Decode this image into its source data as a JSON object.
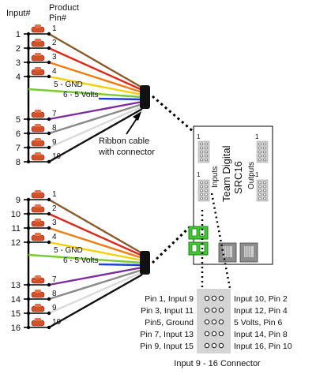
{
  "headers": {
    "input": "Input#",
    "product_line1": "Product",
    "product_line2": "Pin#"
  },
  "top_group": {
    "inputs": [
      "1",
      "2",
      "3",
      "4",
      "5",
      "6",
      "7",
      "8"
    ],
    "pins": [
      "1",
      "2",
      "3",
      "4",
      "5 - GND",
      "6 - 5 Volts",
      "7",
      "8",
      "9",
      "10"
    ]
  },
  "bottom_group": {
    "inputs": [
      "9",
      "10",
      "11",
      "12",
      "13",
      "14",
      "15",
      "16"
    ],
    "pins": [
      "1",
      "2",
      "3",
      "4",
      "5 - GND",
      "6 - 5 Volts",
      "7",
      "8",
      "9",
      "10"
    ]
  },
  "wire_colors": [
    "#8B5A2B",
    "#E0261B",
    "#F07C0E",
    "#F2D200",
    "#7ACB2E",
    "#1D3FD0",
    "#7C2C9E",
    "#8A8A8A",
    "#DADADA",
    "#111111"
  ],
  "ribbon_label": [
    "Ribbon cable",
    "with connector"
  ],
  "board": {
    "title": [
      "Team Digital",
      "SRC16"
    ],
    "inputs_label": "Inputs",
    "outputs_label": "Outputs",
    "pin1_markers": [
      "1",
      "1",
      "1",
      "1"
    ]
  },
  "connector": {
    "left": [
      "Pin 1, Input 9",
      "Pin 3, Input 11",
      "Pin5, Ground",
      "Pin 7, Input 13",
      "Pin 9, Input 15"
    ],
    "right": [
      "Input 10, Pin 2",
      "Input 12, Pin 4",
      "5 Volts, Pin 6",
      "Input 14, Pin 8",
      "Input 16, Pin 10"
    ],
    "caption": "Input 9 - 16 Connector"
  }
}
